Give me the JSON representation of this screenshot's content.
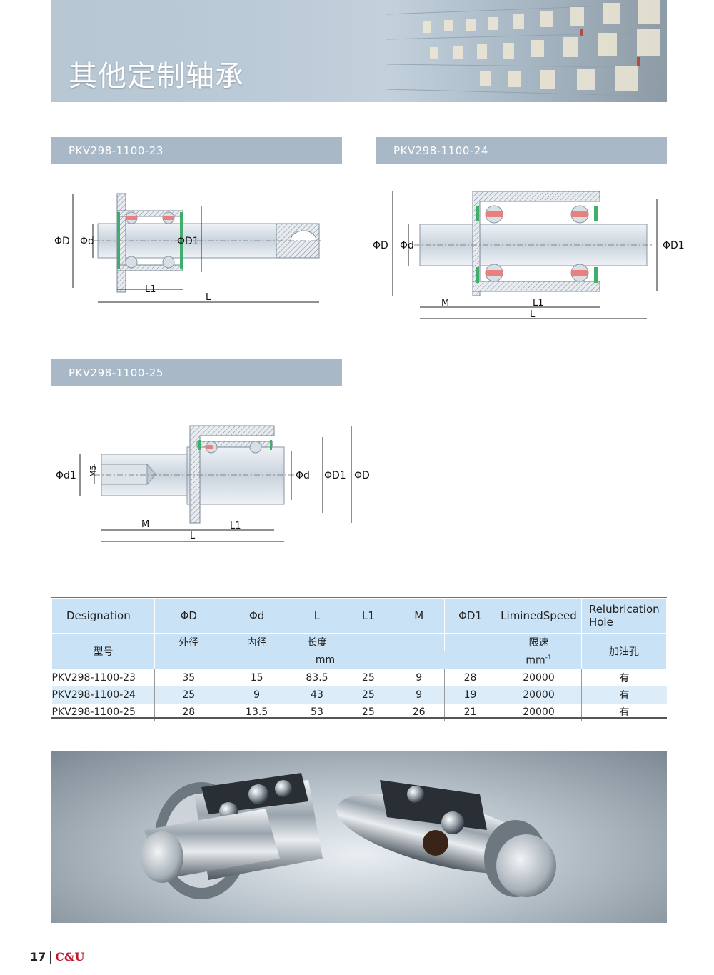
{
  "page_title": "其他定制轴承",
  "sections": [
    {
      "label": "PKV298-1100-23"
    },
    {
      "label": "PKV298-1100-24"
    },
    {
      "label": "PKV298-1100-25"
    }
  ],
  "drawings": {
    "d23": {
      "phiD": "ΦD",
      "phid": "Φd",
      "phiD1": "ΦD1",
      "L1": "L1",
      "L": "L"
    },
    "d24": {
      "phiD": "ΦD",
      "phid": "Φd",
      "phiD1": "ΦD1",
      "M": "M",
      "L1": "L1",
      "L": "L"
    },
    "d25": {
      "phid1": "Φd1",
      "M5": "M5",
      "phid": "Φd",
      "phiD1": "ΦD1",
      "phiD": "ΦD",
      "M": "M",
      "L": "L",
      "L1": "L1"
    }
  },
  "table": {
    "headers_en": [
      "Designation",
      "ΦD",
      "Φd",
      "L",
      "L1",
      "M",
      "ΦD1",
      "LiminedSpeed",
      "Relubrication Hole"
    ],
    "headers_cn": [
      "型号",
      "外径",
      "内径",
      "长度",
      "",
      "",
      "",
      "限速",
      "加油孔"
    ],
    "unit_mm": "mm",
    "unit_speed": "mm",
    "unit_speed_sup": "-1",
    "rows": [
      [
        "PKV298-1100-23",
        "35",
        "15",
        "83.5",
        "25",
        "9",
        "28",
        "20000",
        "有"
      ],
      [
        "PKV298-1100-24",
        "25",
        "9",
        "43",
        "25",
        "9",
        "19",
        "20000",
        "有"
      ],
      [
        "PKV298-1100-25",
        "28",
        "13.5",
        "53",
        "25",
        "26",
        "21",
        "20000",
        "有"
      ]
    ]
  },
  "footer": {
    "page_number": "17",
    "brand": "C&U"
  },
  "colors": {
    "section_bar": "#a8b8c6",
    "table_header": "#c9e2f5",
    "table_stripe": "#dcedf9",
    "brand_red": "#c2162a"
  }
}
